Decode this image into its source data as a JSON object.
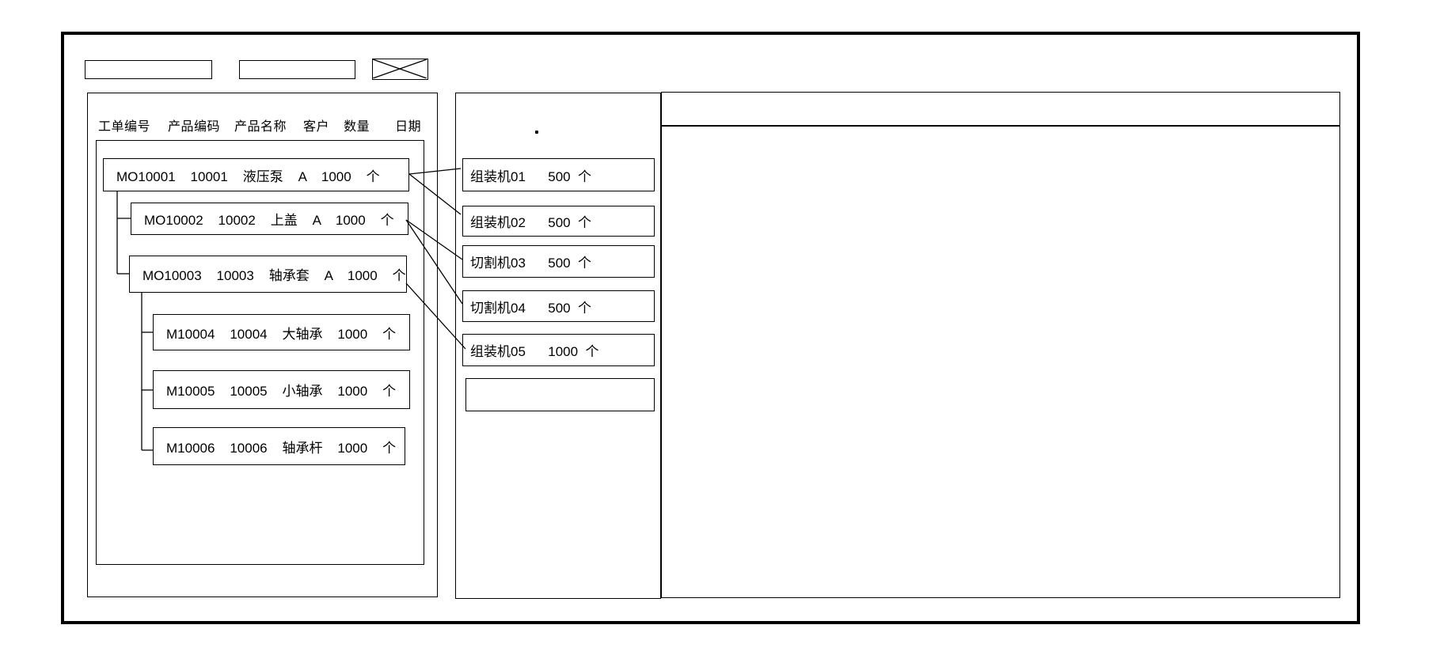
{
  "window": {
    "toolbar": {
      "input1_value": "",
      "input2_value": "",
      "close_box": "x-crossed-box"
    },
    "work_orders": {
      "headers": [
        "工单编号",
        "产品编码",
        "产品名称",
        "客户",
        "数量",
        "日期"
      ],
      "rows": [
        {
          "order_no": "MO10001",
          "product_code": "10001",
          "product_name": "液压泵",
          "customer": "A",
          "qty": "1000",
          "unit": "个",
          "level": 0
        },
        {
          "order_no": "MO10002",
          "product_code": "10002",
          "product_name": "上盖",
          "customer": "A",
          "qty": "1000",
          "unit": "个",
          "level": 1
        },
        {
          "order_no": "MO10003",
          "product_code": "10003",
          "product_name": "轴承套",
          "customer": "A",
          "qty": "1000",
          "unit": "个",
          "level": 1
        },
        {
          "order_no": "M10004",
          "product_code": "10004",
          "product_name": "大轴承",
          "customer": "",
          "qty": "1000",
          "unit": "个",
          "level": 2
        },
        {
          "order_no": "M10005",
          "product_code": "10005",
          "product_name": "小轴承",
          "customer": "",
          "qty": "1000",
          "unit": "个",
          "level": 2
        },
        {
          "order_no": "M10006",
          "product_code": "10006",
          "product_name": "轴承杆",
          "customer": "",
          "qty": "1000",
          "unit": "个",
          "level": 2
        }
      ]
    },
    "machines": {
      "items": [
        {
          "name": "组装机01",
          "qty": "500",
          "unit": "个"
        },
        {
          "name": "组装机02",
          "qty": "500",
          "unit": "个"
        },
        {
          "name": "切割机03",
          "qty": "500",
          "unit": "个"
        },
        {
          "name": "切割机04",
          "qty": "500",
          "unit": "个"
        },
        {
          "name": "组装机05",
          "qty": "1000",
          "unit": "个"
        },
        {
          "name": "",
          "qty": "",
          "unit": ""
        }
      ]
    },
    "connections": [
      {
        "from": "MO10001",
        "to": "组装机01"
      },
      {
        "from": "MO10001",
        "to": "组装机02"
      },
      {
        "from": "MO10002",
        "to": "切割机03"
      },
      {
        "from": "MO10002",
        "to": "切割机04"
      },
      {
        "from": "MO10003",
        "to": "组装机05"
      }
    ],
    "colors": {
      "line": "#000000",
      "background": "#ffffff"
    }
  }
}
